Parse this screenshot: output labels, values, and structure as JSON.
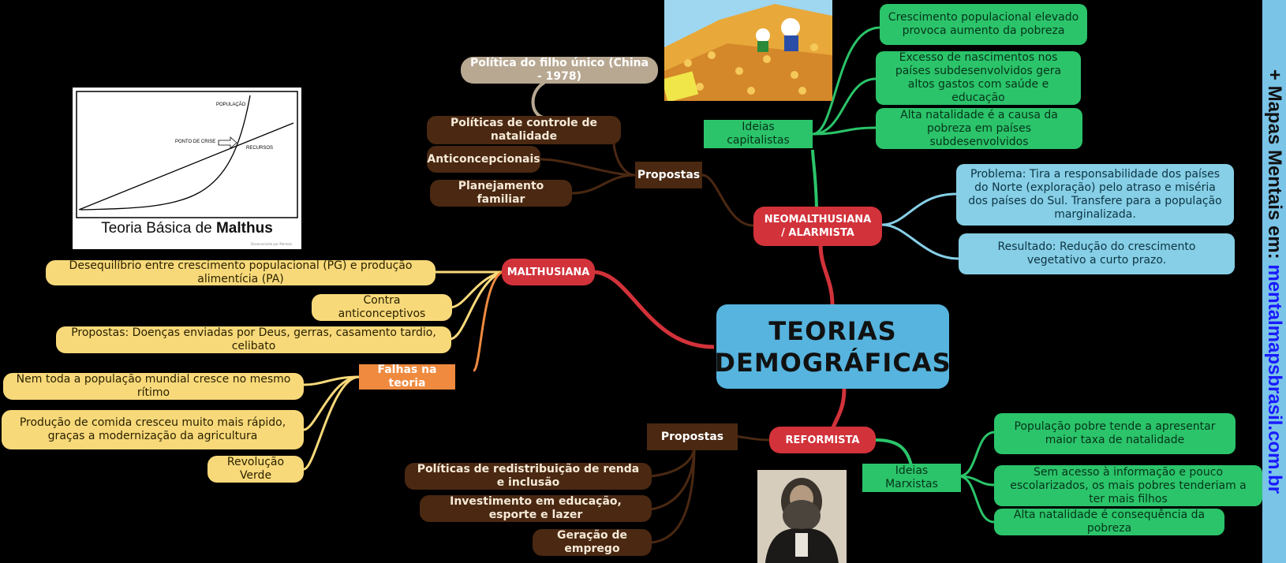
{
  "central": {
    "line1": "TEORIAS",
    "line2": "DEMOGRÁFICAS"
  },
  "branches": {
    "malthusiana": {
      "label": "MALTHUSIANA",
      "items": [
        "Desequilíbrio entre crescimento populacional (PG) e produção alimentícia (PA)",
        "Contra anticonceptivos",
        "Propostas: Doenças enviadas por Deus, gerras, casamento tardio, celibato"
      ],
      "falhas": {
        "label": "Falhas na teoria",
        "items": [
          "Nem toda a população mundial cresce no mesmo rítimo",
          "Produção de comida cresceu muito mais rápido, graças a modernização da agricultura",
          "Revolução Verde"
        ]
      }
    },
    "neomalthusiana": {
      "label": "NEOMALTHUSIANA / ALARMISTA",
      "propostas": {
        "label": "Propostas",
        "items": [
          "Políticas de controle de natalidade",
          "Anticoncepcionais",
          "Planejamento familiar"
        ],
        "sub": "Política do filho único (China - 1978)"
      },
      "ideias": {
        "label": "Ideias capitalistas",
        "items": [
          "Crescimento populacional elevado provoca aumento da pobreza",
          "Excesso de nascimentos nos países subdesenvolvidos gera altos gastos com saúde e educação",
          "Alta natalidade é a causa da pobreza em países subdesenvolvidos"
        ]
      },
      "problema": "Problema: Tira a responsabilidade dos países do Norte (exploração) pelo atraso e miséria dos países do Sul. Transfere para a população marginalizada.",
      "resultado": "Resultado: Redução do crescimento vegetativo a curto prazo."
    },
    "reformista": {
      "label": "REFORMISTA",
      "propostas": {
        "label": "Propostas",
        "items": [
          "Políticas de redistribuição de renda e inclusão",
          "Investimento em educação, esporte e lazer",
          "Geração de emprego"
        ]
      },
      "ideias": {
        "label": "Ideias Marxistas",
        "items": [
          "População pobre tende a apresentar maior taxa de natalidade",
          "Sem acesso à informação e pouco escolarizados, os mais pobres tenderiam a ter mais filhos",
          "Alta natalidade é consequência da pobreza"
        ]
      }
    }
  },
  "graph": {
    "caption_prefix": "Teoria Básica de",
    "caption_bold": "Malthus",
    "label_populacao": "POPULAÇÃO",
    "label_crise": "PONTO DE CRISE",
    "label_recursos": "RECURSOS",
    "credit": "Desenvolvido por Mentais"
  },
  "sidebar": {
    "prefix": "+ Mapas Mentais em:",
    "site": "mentalmapsbrasil.com.br"
  },
  "colors": {
    "central": "#56b4de",
    "red": "#d2323a",
    "yellow": "#f8d97a",
    "orange": "#ef8a3f",
    "brown": "#4a2812",
    "green": "#2bc46a",
    "blue": "#86cfe6",
    "gray": "#b8a892"
  }
}
